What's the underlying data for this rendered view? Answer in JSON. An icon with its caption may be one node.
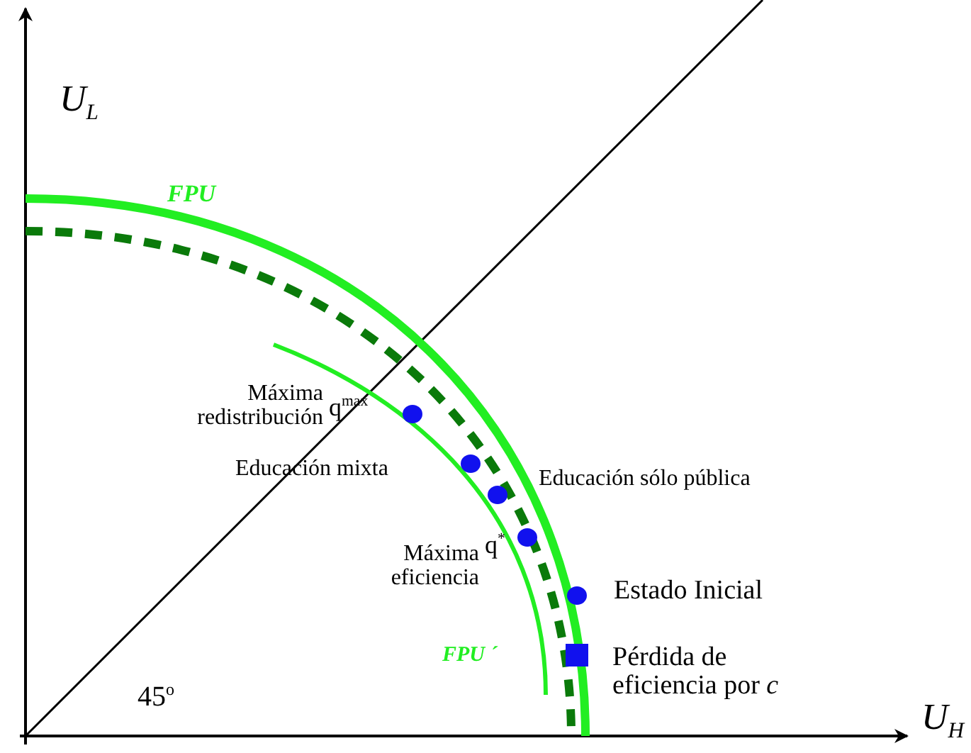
{
  "diagram": {
    "labels": [
      "U$_{L}$",
      "FPU",
      "Máxima redistribución",
      "q$^{max}$",
      "Educación mixta",
      "Educación sólo pública",
      "Máxima eficiencia",
      "q$^{*}$",
      "Estado Inicial",
      "FPU ´",
      "45$^{o}$",
      "Pérdida de eficiencia por *c*",
      "U$_{H}$"
    ]
  }
}
